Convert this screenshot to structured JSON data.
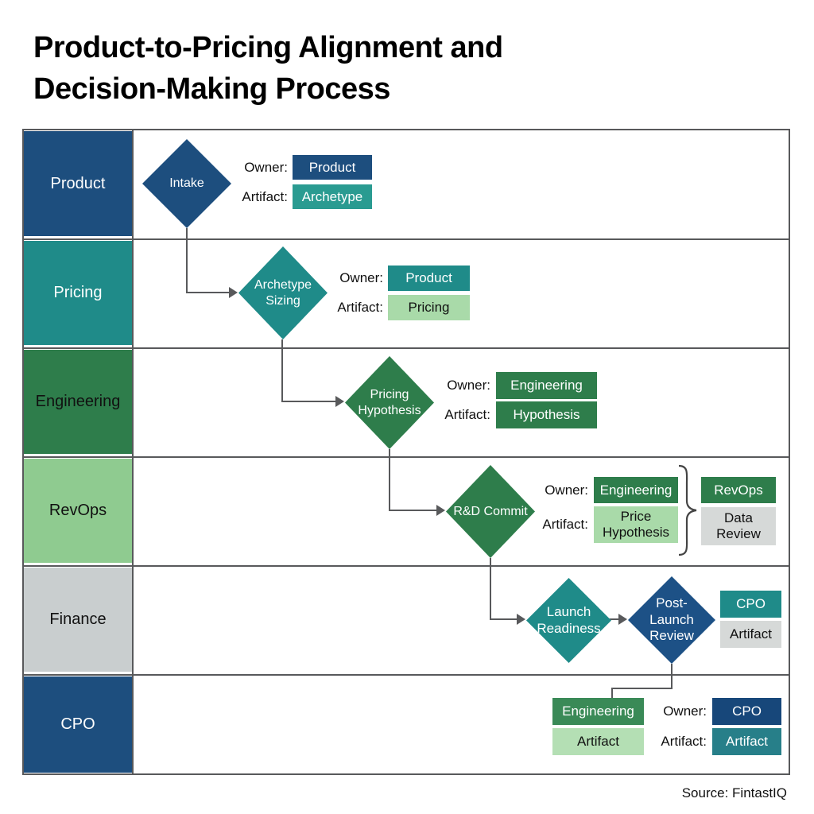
{
  "title": {
    "line1": "Product-to-Pricing Alignment and",
    "line2": "Decision-Making Process"
  },
  "source": "Source: FintastIQ",
  "labels": {
    "owner": "Owner:",
    "artifact": "Artifact:"
  },
  "lanes": [
    {
      "label": "Product"
    },
    {
      "label": "Pricing"
    },
    {
      "label": "Engineering"
    },
    {
      "label": "RevOps"
    },
    {
      "label": "Finance"
    },
    {
      "label": "CPO"
    }
  ],
  "nodes": {
    "intake": "Intake",
    "archetype_sizing": "Archetype Sizing",
    "pricing_hypothesis": "Pricing Hypothesis",
    "rd_commit": "R&D Commit",
    "launch_readiness": "Launch Readiness",
    "post_launch_review": "Post-Launch Review"
  },
  "annotations": {
    "product": {
      "owner": "Product",
      "artifact": "Archetype"
    },
    "pricing": {
      "owner": "Product",
      "artifact": "Pricing"
    },
    "engineering": {
      "owner": "Engineering",
      "artifact": "Hypothesis"
    },
    "revops": {
      "owner": "Engineering",
      "artifact": "Price Hypothesis",
      "review_owner": "RevOps",
      "review_step": "Data Review"
    },
    "finance": {
      "side_owner": "CPO",
      "side_artifact": "Artifact"
    },
    "cpo": {
      "left_owner": "Engineering",
      "left_artifact": "Artifact",
      "owner": "CPO",
      "artifact": "Artifact"
    }
  },
  "colors": {
    "dark_blue": "#1d4e7e",
    "blue_bright": "#1d5186",
    "navy": "#17477a",
    "teal": "#1f8b89",
    "teal_light": "#2a9b91",
    "teal_dark": "#277f89",
    "green": "#2e7d4b",
    "green_mid": "#3a8a57",
    "lt_green": "#a9daa9",
    "lt_green2": "#8fcb90",
    "lt_green3": "#b4dfb4",
    "gray_lane": "#c9cecf",
    "gray_box": "#d6d9d8",
    "line": "#58595b",
    "text_dark": "#111111"
  }
}
